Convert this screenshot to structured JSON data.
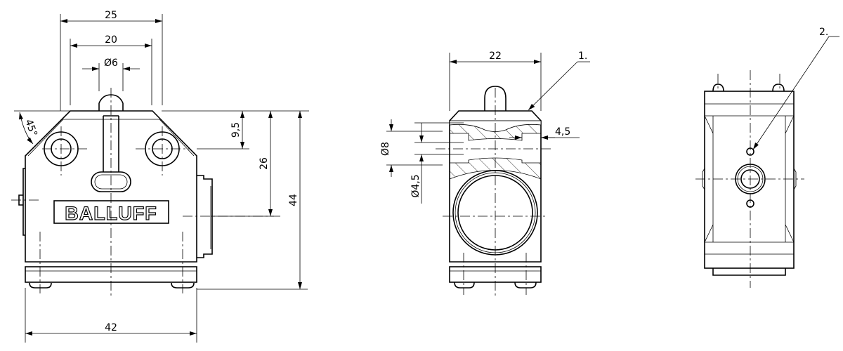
{
  "front_view": {
    "logo_text": "BALLUFF",
    "dimensions": {
      "width_outer": "25",
      "width_inner": "20",
      "plunger_diameter": "Ø6",
      "chamfer_angle": "45°",
      "hole_offset": "9,5",
      "connector_height": "26",
      "overall_height": "44",
      "overall_width": "42"
    }
  },
  "side_view": {
    "dimensions": {
      "width": "22",
      "bore_diameter": "Ø8",
      "hole_diameter": "Ø4,5",
      "counterbore_depth": "4,5"
    },
    "callout": "1."
  },
  "rear_view": {
    "callout": "2."
  }
}
